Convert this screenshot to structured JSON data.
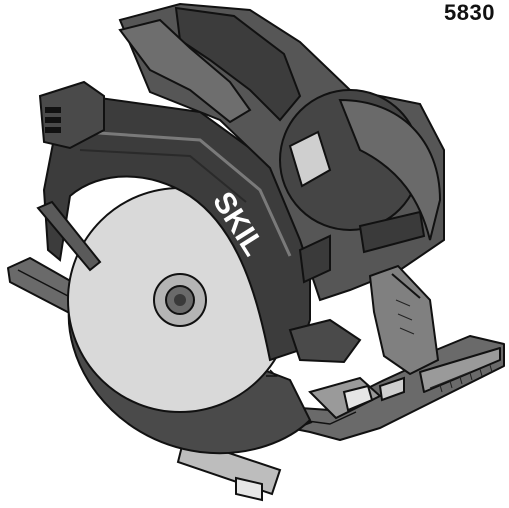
{
  "model_number": "5830",
  "brand_label": "SKIL",
  "colors": {
    "body_dark": "#3c3c3c",
    "body_mid": "#565656",
    "body_light": "#7a7a7a",
    "housing_shadow": "#2a2a2a",
    "blade": "#d9d9d9",
    "guard_lower": "#4a4a4a",
    "plate": "#6a6a6a",
    "outline": "#111111"
  },
  "icons": [
    "circular-saw-illustration"
  ]
}
